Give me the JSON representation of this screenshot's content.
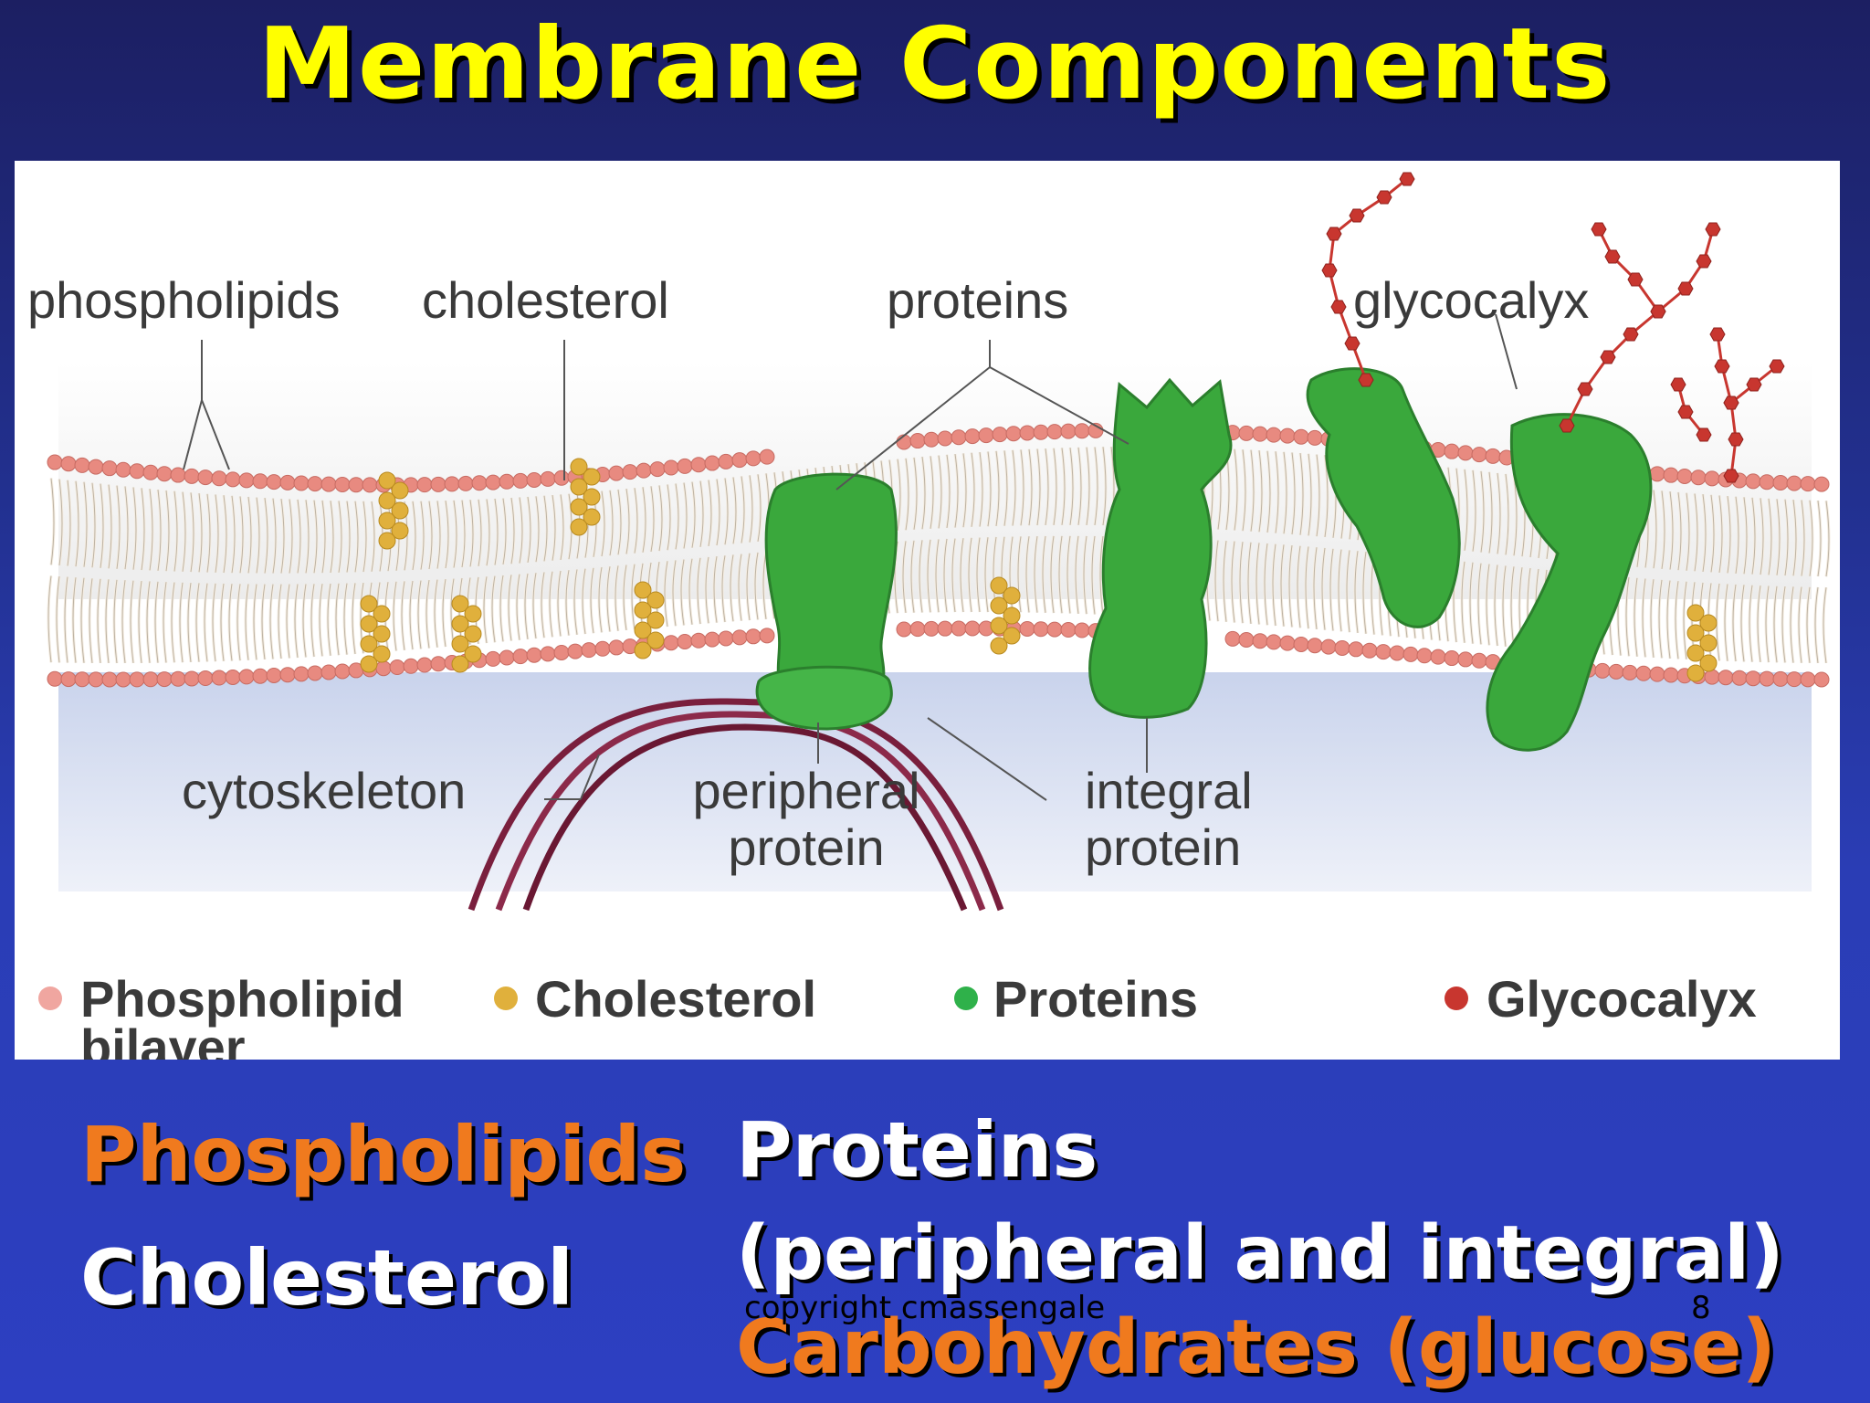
{
  "slide": {
    "title": "Membrane Components",
    "slide_number": "8",
    "copyright": "copyright cmassengale"
  },
  "diagram": {
    "labels": {
      "phospholipids": "phospholipids",
      "cholesterol": "cholesterol",
      "proteins": "proteins",
      "glycocalyx": "glycocalyx",
      "cytoskeleton": "cytoskeleton",
      "peripheral_protein_line1": "peripheral",
      "peripheral_protein_line2": "protein",
      "integral_protein_line1": "integral",
      "integral_protein_line2": "protein"
    },
    "legend": [
      {
        "label": "Phospholipid",
        "label_line2": "bilayer",
        "color": "#f0a6a0"
      },
      {
        "label": "Cholesterol",
        "color": "#e0b03c"
      },
      {
        "label": "Proteins",
        "color": "#2fb14a"
      },
      {
        "label": "Glycocalyx",
        "color": "#c8362f"
      }
    ],
    "colors": {
      "phospholipid_head": "#e88a80",
      "tail": "#f4ece0",
      "cholesterol": "#e0b03c",
      "protein": "#3aa83c",
      "glycocalyx": "#c8362f",
      "cytoskeleton": "#7a1f3d"
    }
  },
  "bottom": {
    "phospholipids": "Phospholipids",
    "cholesterol": "Cholesterol",
    "proteins": "Proteins",
    "proteins_detail": "(peripheral and integral)",
    "carbohydrates": "Carbohydrates (glucose)",
    "colors": {
      "orange": "#f07a1e",
      "white": "#ffffff"
    }
  }
}
